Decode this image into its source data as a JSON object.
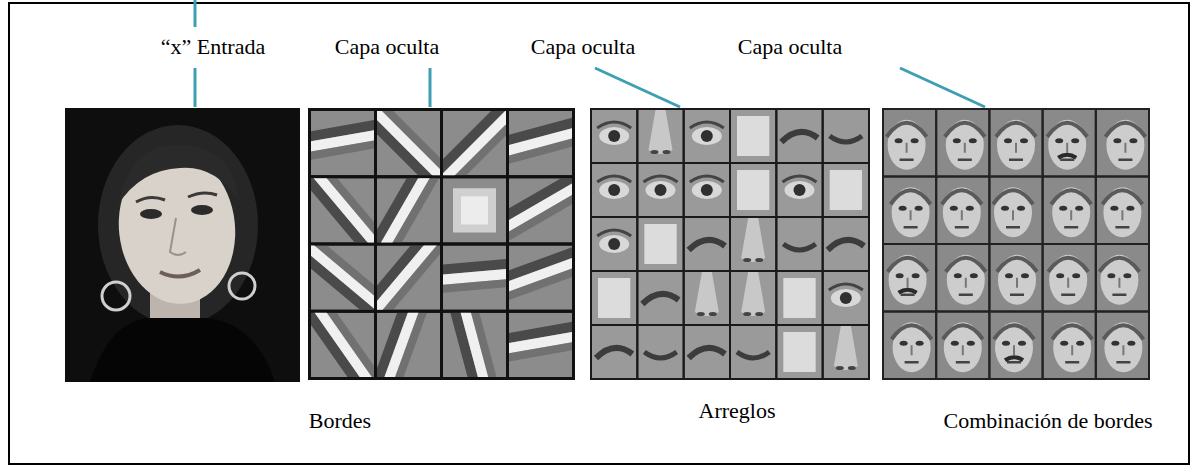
{
  "diagram": {
    "labels": [
      "“x” Entrada",
      "Capa oculta",
      "Capa oculta",
      "Capa oculta",
      "Bordes",
      "Arreglos",
      "Combinación de bordes"
    ]
  }
}
